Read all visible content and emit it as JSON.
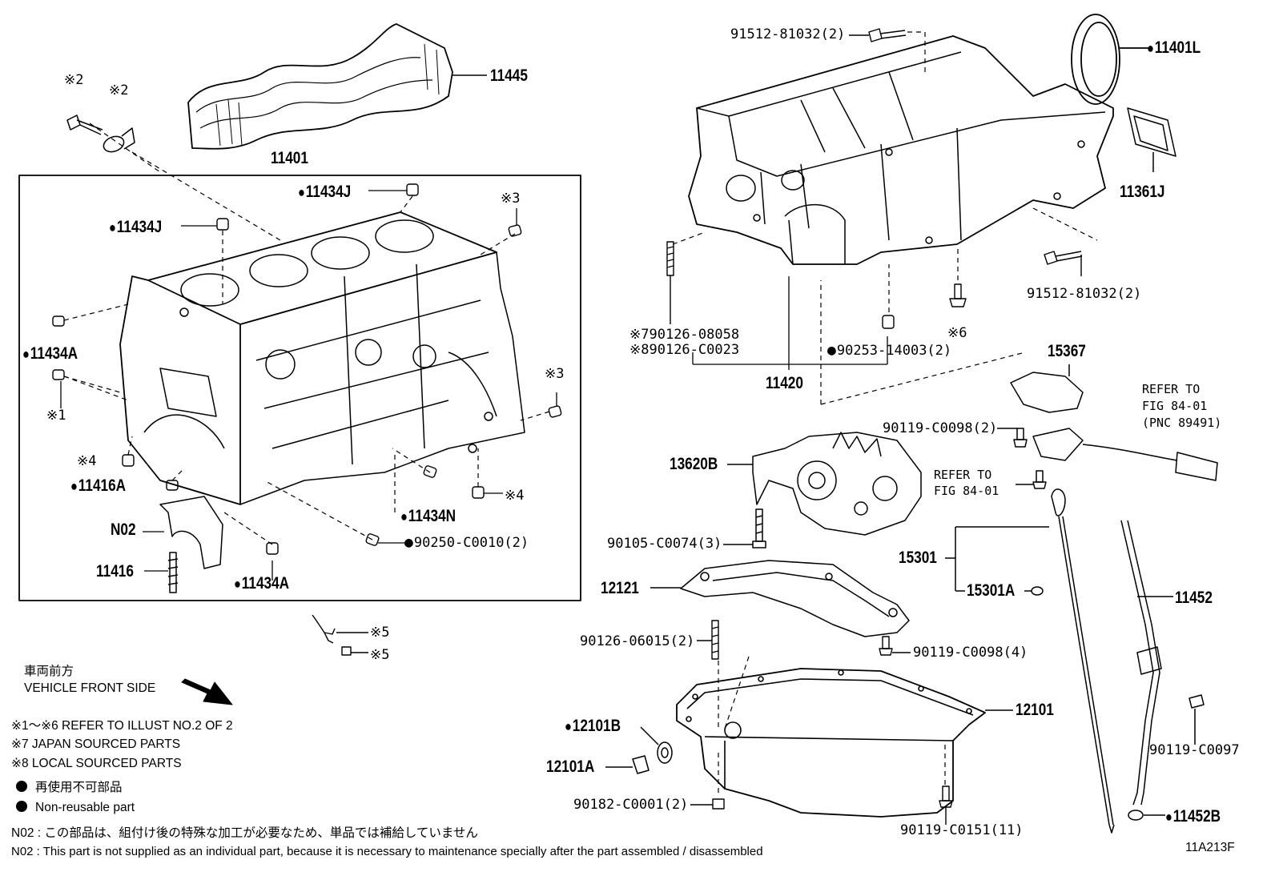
{
  "parts": {
    "p11445": "11445",
    "p11401": "11401",
    "p11434J_top": "11434J",
    "p11434J_left": "11434J",
    "p11434A_left": "11434A",
    "p11416A": "11416A",
    "pN02": "N02",
    "p11416": "11416",
    "p11434A_bottom": "11434A",
    "p11434N": "11434N",
    "p90250": "90250-C0010(2)",
    "p91512_top": "91512-81032(2)",
    "p11401L": "11401L",
    "p11361J": "11361J",
    "p91512_right": "91512-81032(2)",
    "p90126_08058": "90126-08058",
    "p90126_C0023": "90126-C0023",
    "p11420": "11420",
    "p90253": "90253-14003(2)",
    "p15367": "15367",
    "p90119_C0098_2": "90119-C0098(2)",
    "p13620B": "13620B",
    "p90105": "90105-C0074(3)",
    "p12121": "12121",
    "p15301": "15301",
    "p15301A": "15301A",
    "p11452": "11452",
    "p90126_06015": "90126-06015(2)",
    "p90119_C0098_4": "90119-C0098(4)",
    "p12101": "12101",
    "p12101B": "12101B",
    "p12101A": "12101A",
    "p90182": "90182-C0001(2)",
    "p90119_C0151": "90119-C0151(11)",
    "p90119_C0097": "90119-C0097",
    "p11452B": "11452B"
  },
  "marks": {
    "m2a": "※2",
    "m2b": "※2",
    "m3a": "※3",
    "m3b": "※3",
    "m1": "※1",
    "m4a": "※4",
    "m4b": "※4",
    "m5a": "※5",
    "m5b": "※5",
    "m6": "※6",
    "m7": "※7",
    "m8": "※8"
  },
  "refs": {
    "refer1_l1": "REFER TO",
    "refer1_l2": "FIG 84-01",
    "refer1_l3": "(PNC 89491)",
    "refer2_l1": "REFER TO",
    "refer2_l2": "FIG 84-01"
  },
  "notes": {
    "front_jp": "車両前方",
    "front_en": "VEHICLE FRONT SIDE",
    "n1": "※1～※6  REFER TO ILLUST NO.2 OF 2",
    "n7": "※7 JAPAN SOURCED PARTS",
    "n8": "※8 LOCAL SOURCED PARTS",
    "nonreuse_jp": "再使用不可部品",
    "nonreuse_en": "Non-reusable part",
    "n02_jp": "N02 : この部品は、組付け後の特殊な加工が必要なため、単品では補給していません",
    "n02_en": "N02 : This part is not supplied as an individual part, because it is necessary to maintenance specially after the part assembled / disassembled",
    "code": "11A213F"
  }
}
